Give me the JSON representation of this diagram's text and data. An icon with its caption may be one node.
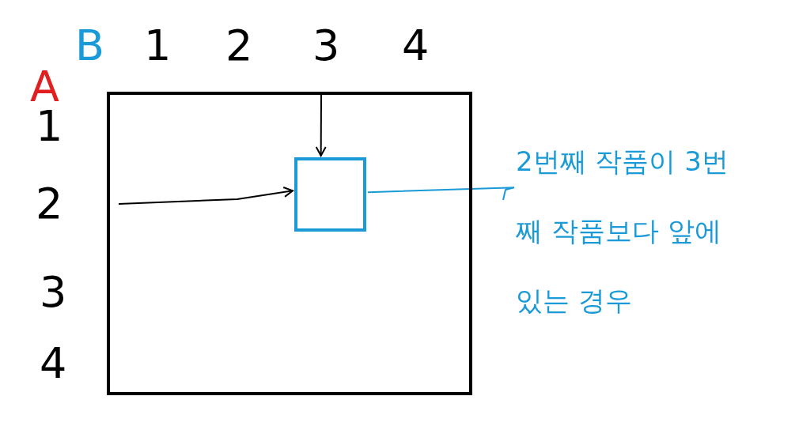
{
  "diagram": {
    "nodes": [
      {
        "text": [],
        "shape": "box"
      },
      {
        "text": [],
        "shape": "box",
        "in": 0
      },
      {
        "text": [
          "2번째 작품이 3번째 작품보다 앞에 있는 경우"
        ]
      }
    ],
    "edges": [
      {
        "from": null,
        "to": 1,
        "arrow": "to"
      },
      {
        "from": null,
        "to": 1,
        "arrow": "to"
      },
      {
        "from": 2,
        "to": 1,
        "arrow": "none",
        "color": "#1a9ad6"
      }
    ],
    "labels": [
      "B",
      "1",
      "2",
      "3",
      "4",
      "A",
      "1",
      "2",
      "3",
      "4"
    ]
  }
}
